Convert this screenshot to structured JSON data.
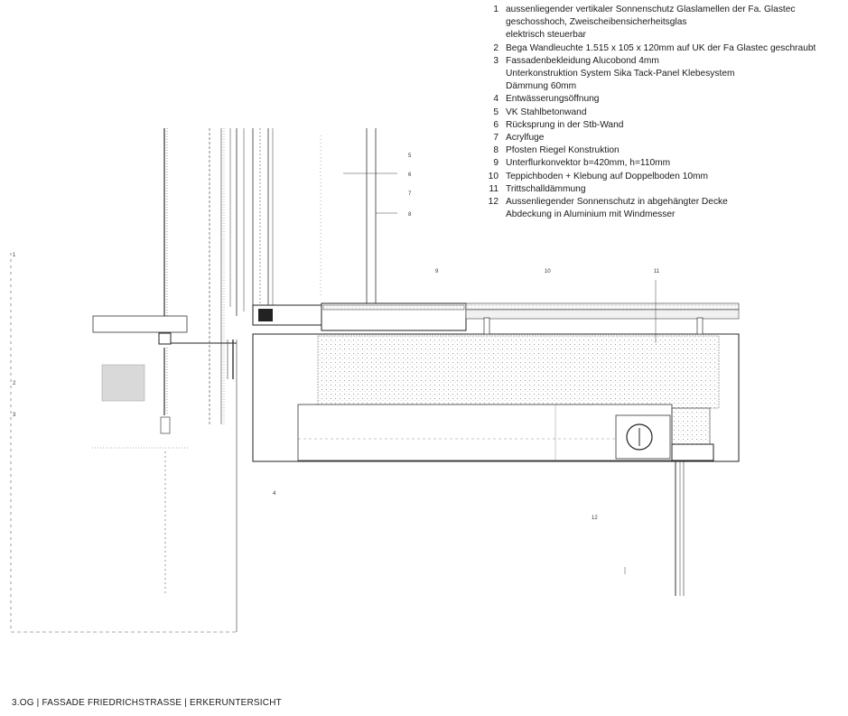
{
  "legend": [
    {
      "num": "1",
      "lines": [
        "aussenliegender vertikaler Sonnenschutz Glaslamellen der Fa. Glastec",
        "geschosshoch, Zweischeibensicherheitsglas",
        "elektrisch steuerbar"
      ]
    },
    {
      "num": "2",
      "lines": [
        "Bega Wandleuchte 1.515 x 105 x 120mm auf UK der Fa  Glastec geschraubt"
      ]
    },
    {
      "num": "3",
      "lines": [
        "Fassadenbekleidung Alucobond 4mm",
        "Unterkonstruktion System Sika Tack-Panel Klebesystem",
        "Dämmung 60mm"
      ]
    },
    {
      "num": "4",
      "lines": [
        "Entwässerungsöffnung"
      ]
    },
    {
      "num": "5",
      "lines": [
        "VK Stahlbetonwand"
      ]
    },
    {
      "num": "6",
      "lines": [
        "Rücksprung in der Stb-Wand"
      ]
    },
    {
      "num": "7",
      "lines": [
        "Acrylfuge"
      ]
    },
    {
      "num": "8",
      "lines": [
        "Pfosten Riegel Konstruktion"
      ]
    },
    {
      "num": "9",
      "lines": [
        "Unterflurkonvektor b=420mm, h=110mm"
      ]
    },
    {
      "num": "10",
      "lines": [
        "Teppichboden + Klebung auf Doppelboden 10mm"
      ]
    },
    {
      "num": "11",
      "lines": [
        "Trittschalldämmung"
      ]
    },
    {
      "num": "12",
      "lines": [
        "Aussenliegender Sonnenschutz in abgehängter Decke",
        "Abdeckung in Aluminium mit Windmesser"
      ]
    }
  ],
  "callouts": {
    "c1": "1",
    "c2": "2",
    "c3": "3",
    "c4": "4",
    "c5": "5",
    "c6": "6",
    "c7": "7",
    "c8": "8",
    "c9": "9",
    "c10": "10",
    "c11": "11",
    "c12": "12"
  },
  "title": "3.OG | FASSADE FRIEDRICHSTRASSE | ERKERUNTERSICHT"
}
